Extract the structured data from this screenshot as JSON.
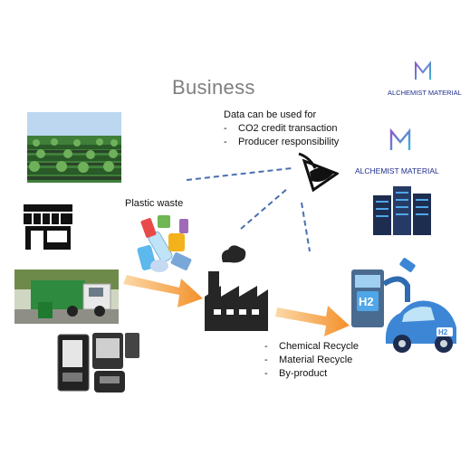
{
  "title": "Business",
  "data_note": {
    "heading": "Data can be used for",
    "items": [
      "CO2 credit transaction",
      "Producer responsibility"
    ]
  },
  "plastic_waste_label": "Plastic waste",
  "outputs": [
    "Chemical Recycle",
    "Material Recycle",
    "By-product"
  ],
  "brand": {
    "name_top": "ALCHEMIST MATERIAL",
    "name_mid": "ALCHEMIST MATERIAL"
  },
  "hydrogen_label": "H2",
  "colors": {
    "brand_blue": "#1f2d8a",
    "arrow_orange": "#f4902a",
    "dashed_blue": "#4a6fb0",
    "factory_dark": "#262626",
    "car_blue": "#3d86d6"
  }
}
